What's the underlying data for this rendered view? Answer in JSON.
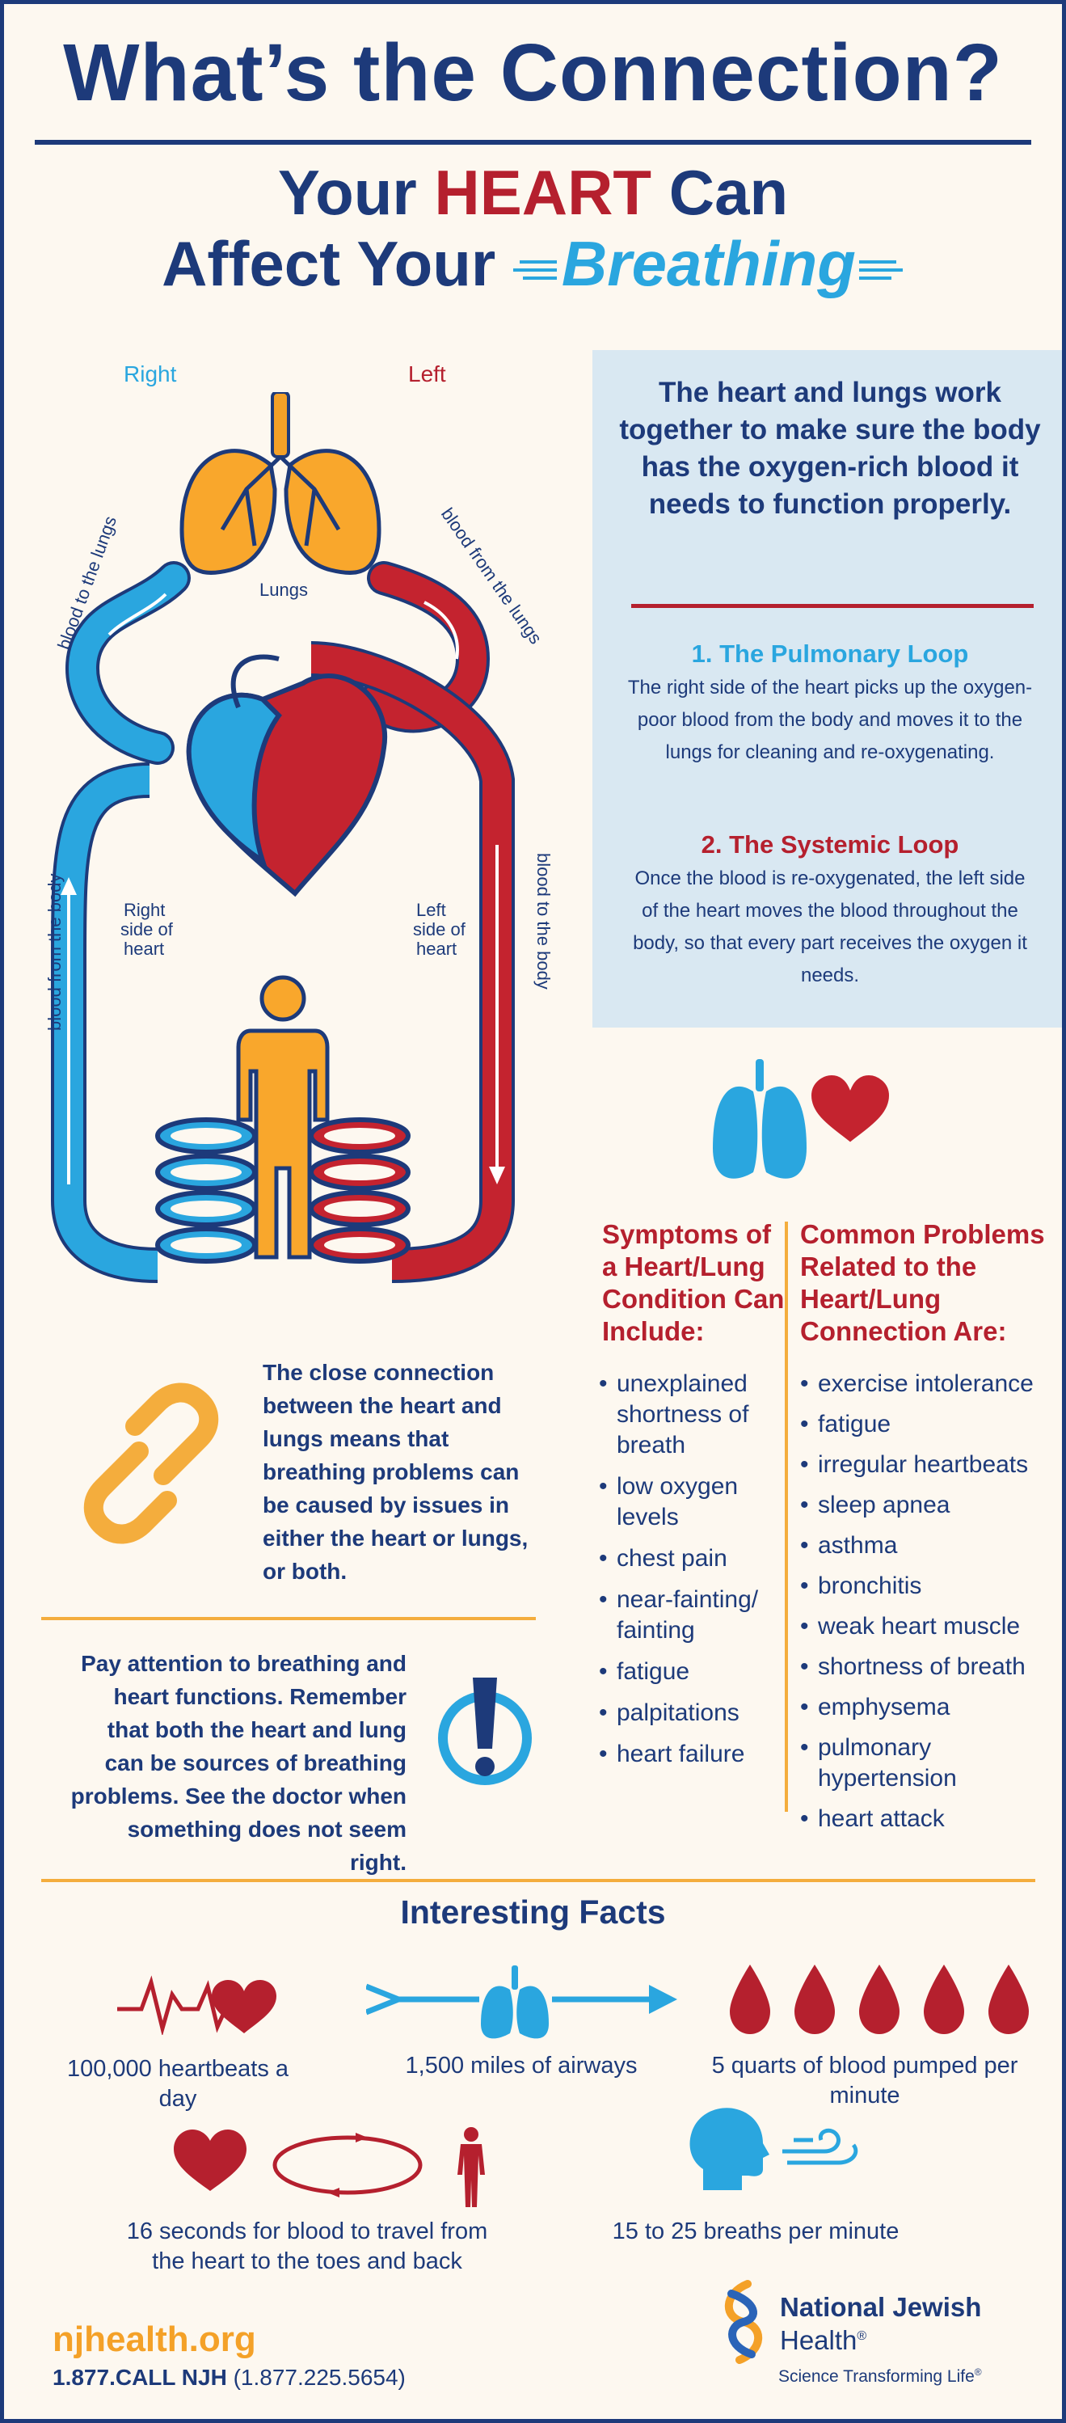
{
  "title": "What’s the Connection?",
  "subtitle": {
    "line1_a": "Your ",
    "line1_b": "HEART",
    "line1_c": " Can",
    "line2_a": "Affect Your ",
    "line2_b": "Breathing"
  },
  "diagram": {
    "side_right": "Right",
    "side_left": "Left",
    "lungs": "Lungs",
    "blood_to_lungs": "blood to the lungs",
    "blood_from_lungs": "blood from the lungs",
    "blood_from_body": "blood from the body",
    "blood_to_body": "blood to the body",
    "right_heart": [
      "Right",
      "side of",
      "heart"
    ],
    "left_heart": [
      "Left",
      "side of",
      "heart"
    ]
  },
  "intro": {
    "text": "The heart and lungs work together to make sure the body has the oxygen-rich blood it needs to function properly.",
    "loop1_title": "1. The Pulmonary Loop",
    "loop1_body": "The right side of the heart picks up the oxygen-poor blood from the body and moves it to the lungs for cleaning and re-oxygenating.",
    "loop2_title": "2. The Systemic Loop",
    "loop2_body": "Once the blood is re-oxygenated, the left side of the heart moves the blood throughout the body, so that every part receives the oxygen it needs."
  },
  "symptoms": {
    "title": "Symptoms of a Heart/Lung Condition Can Include:",
    "items": [
      "unexplained shortness of breath",
      "low oxygen levels",
      "chest pain",
      "near-fainting/ fainting",
      "fatigue",
      "palpitations",
      "heart failure"
    ]
  },
  "problems": {
    "title": "Common Problems Related to the Heart/Lung Connection Are:",
    "items": [
      "exercise intolerance",
      "fatigue",
      "irregular heartbeats",
      "sleep apnea",
      "asthma",
      "bronchitis",
      "weak heart muscle",
      "shortness of breath",
      "emphysema",
      "pulmonary hypertension",
      "heart attack"
    ]
  },
  "connection_text": "The close connection between the heart and lungs means that breathing problems can be caused by issues in either the heart or lungs, or both.",
  "attention_text": "Pay attention to breathing and heart functions. Remember that both the heart and lung can be sources of breathing problems. See the doctor when something does not seem right.",
  "facts": {
    "title": "Interesting Facts",
    "items": [
      "100,000 heartbeats a day",
      "1,500 miles of airways",
      "5 quarts of blood pumped per minute",
      "16 seconds for blood to travel from the heart to the toes and back",
      "15 to 25 breaths per minute"
    ]
  },
  "footer": {
    "website": "njhealth.org",
    "phone": "1.877.CALL NJH",
    "phone_alt": " (1.877.225.5654)",
    "org_line1": "National Jewish",
    "org_line2": "Health",
    "org_reg": "®",
    "tagline": "Science Transforming Life",
    "tagline_reg": "®"
  },
  "colors": {
    "navy": "#1d3a7a",
    "red": "#b5202e",
    "blue": "#2aa6df",
    "orange": "#f4ad3d",
    "panel": "#d9e8f2",
    "background": "#fdf8f0"
  },
  "icons": [
    "lungs-icon",
    "heart-icon",
    "chain-link-icon",
    "exclamation-icon",
    "heartbeat-icon",
    "airway-arrow-icon",
    "blood-drop-icon",
    "circulation-loop-icon",
    "human-figure-icon",
    "breath-head-icon",
    "njh-logo-icon"
  ]
}
